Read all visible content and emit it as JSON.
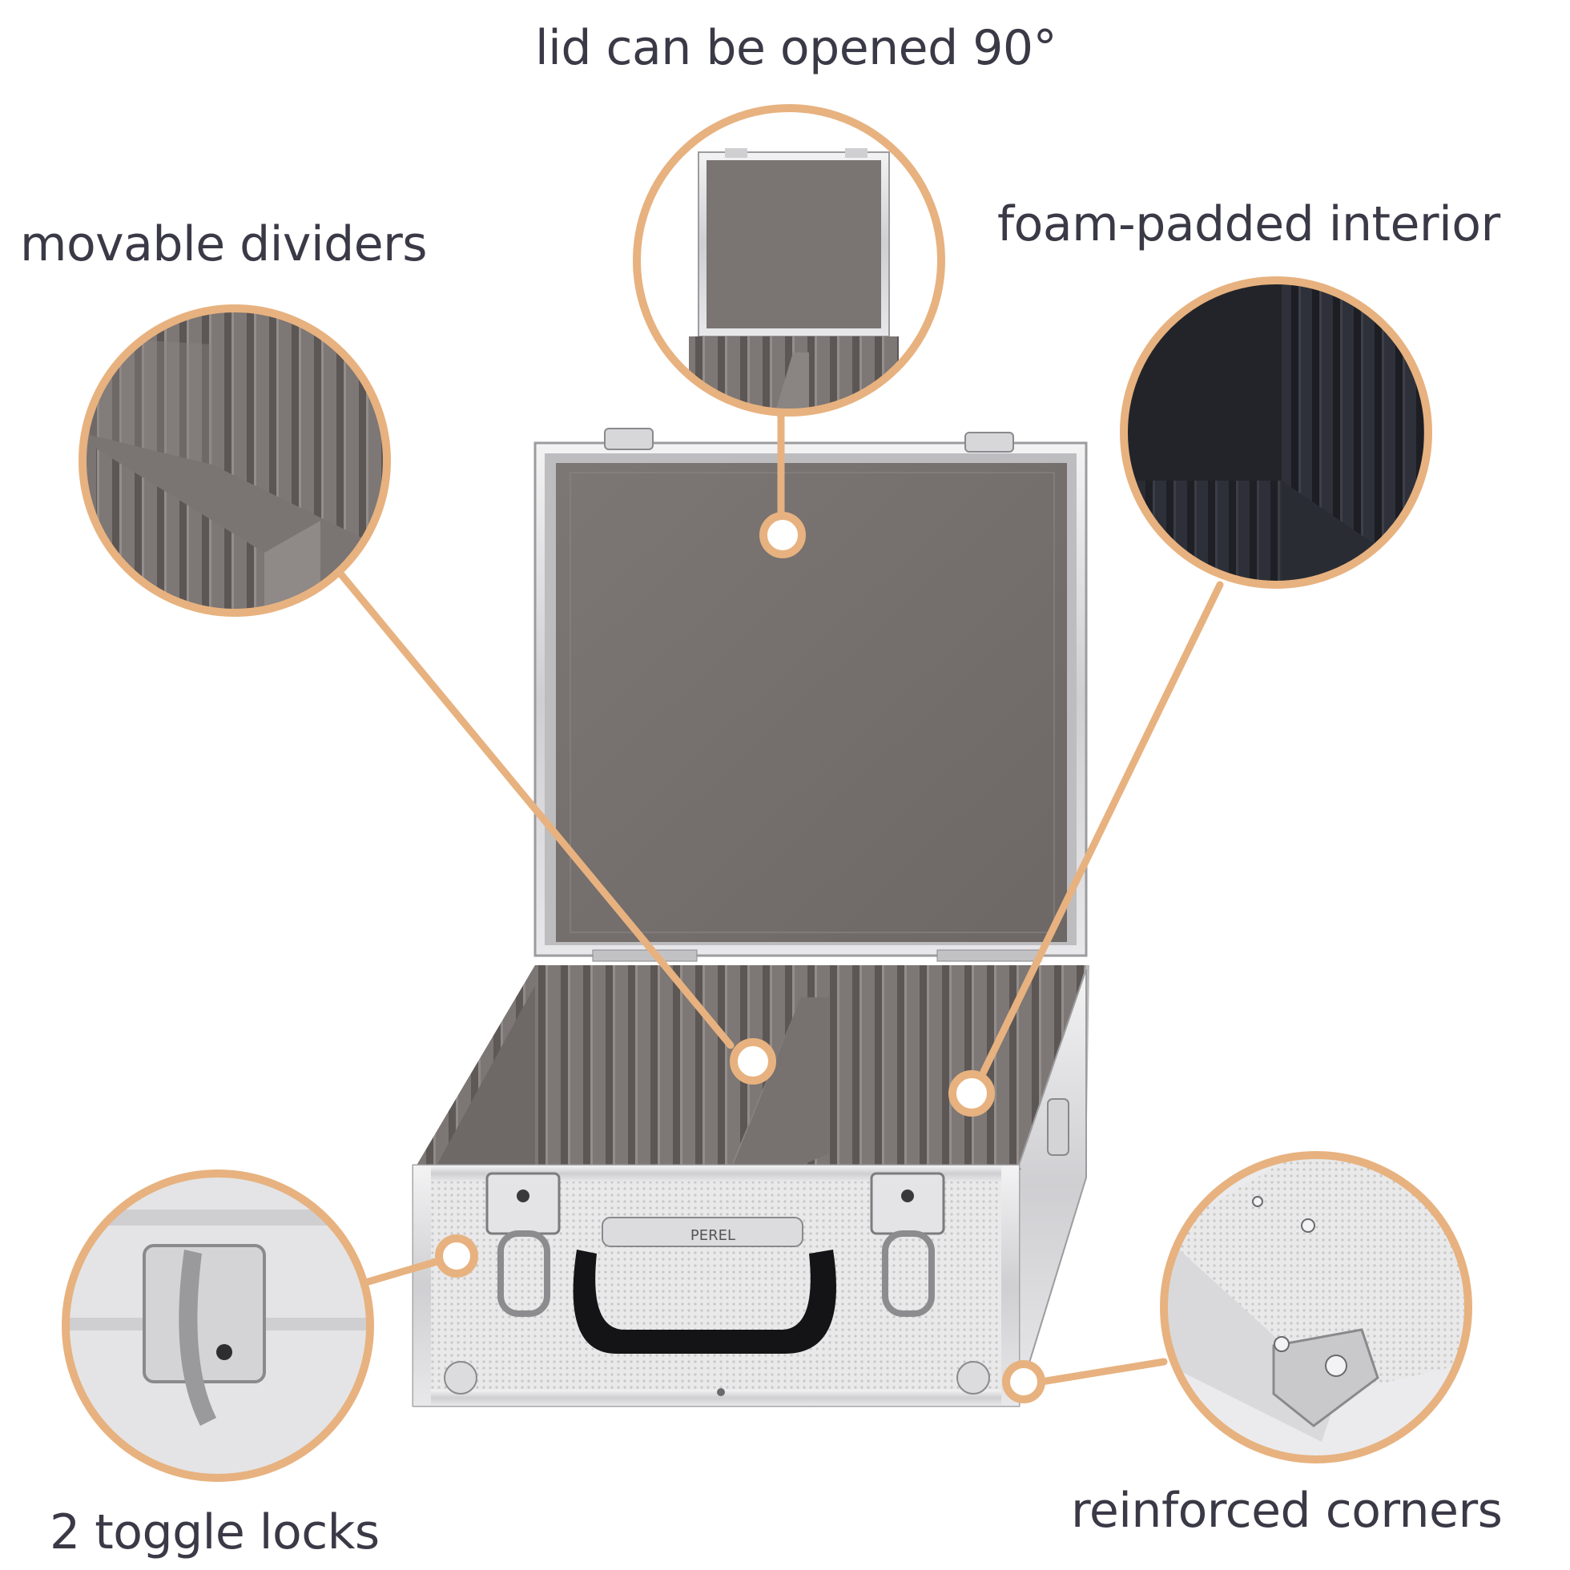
{
  "accent_color": "#e7b27f",
  "text_color": "#3a3946",
  "callouts": {
    "lid": {
      "label": "lid can be opened 90°",
      "icon": "open-case-zoom"
    },
    "dividers": {
      "label": "movable dividers",
      "icon": "divider-zoom"
    },
    "foam": {
      "label": "foam-padded interior",
      "icon": "foam-zoom"
    },
    "toggle": {
      "label": "2 toggle locks",
      "icon": "toggle-lock-zoom"
    },
    "corners": {
      "label": "reinforced corners",
      "icon": "corner-zoom"
    }
  },
  "product": {
    "brand_plate": "PEREL"
  }
}
